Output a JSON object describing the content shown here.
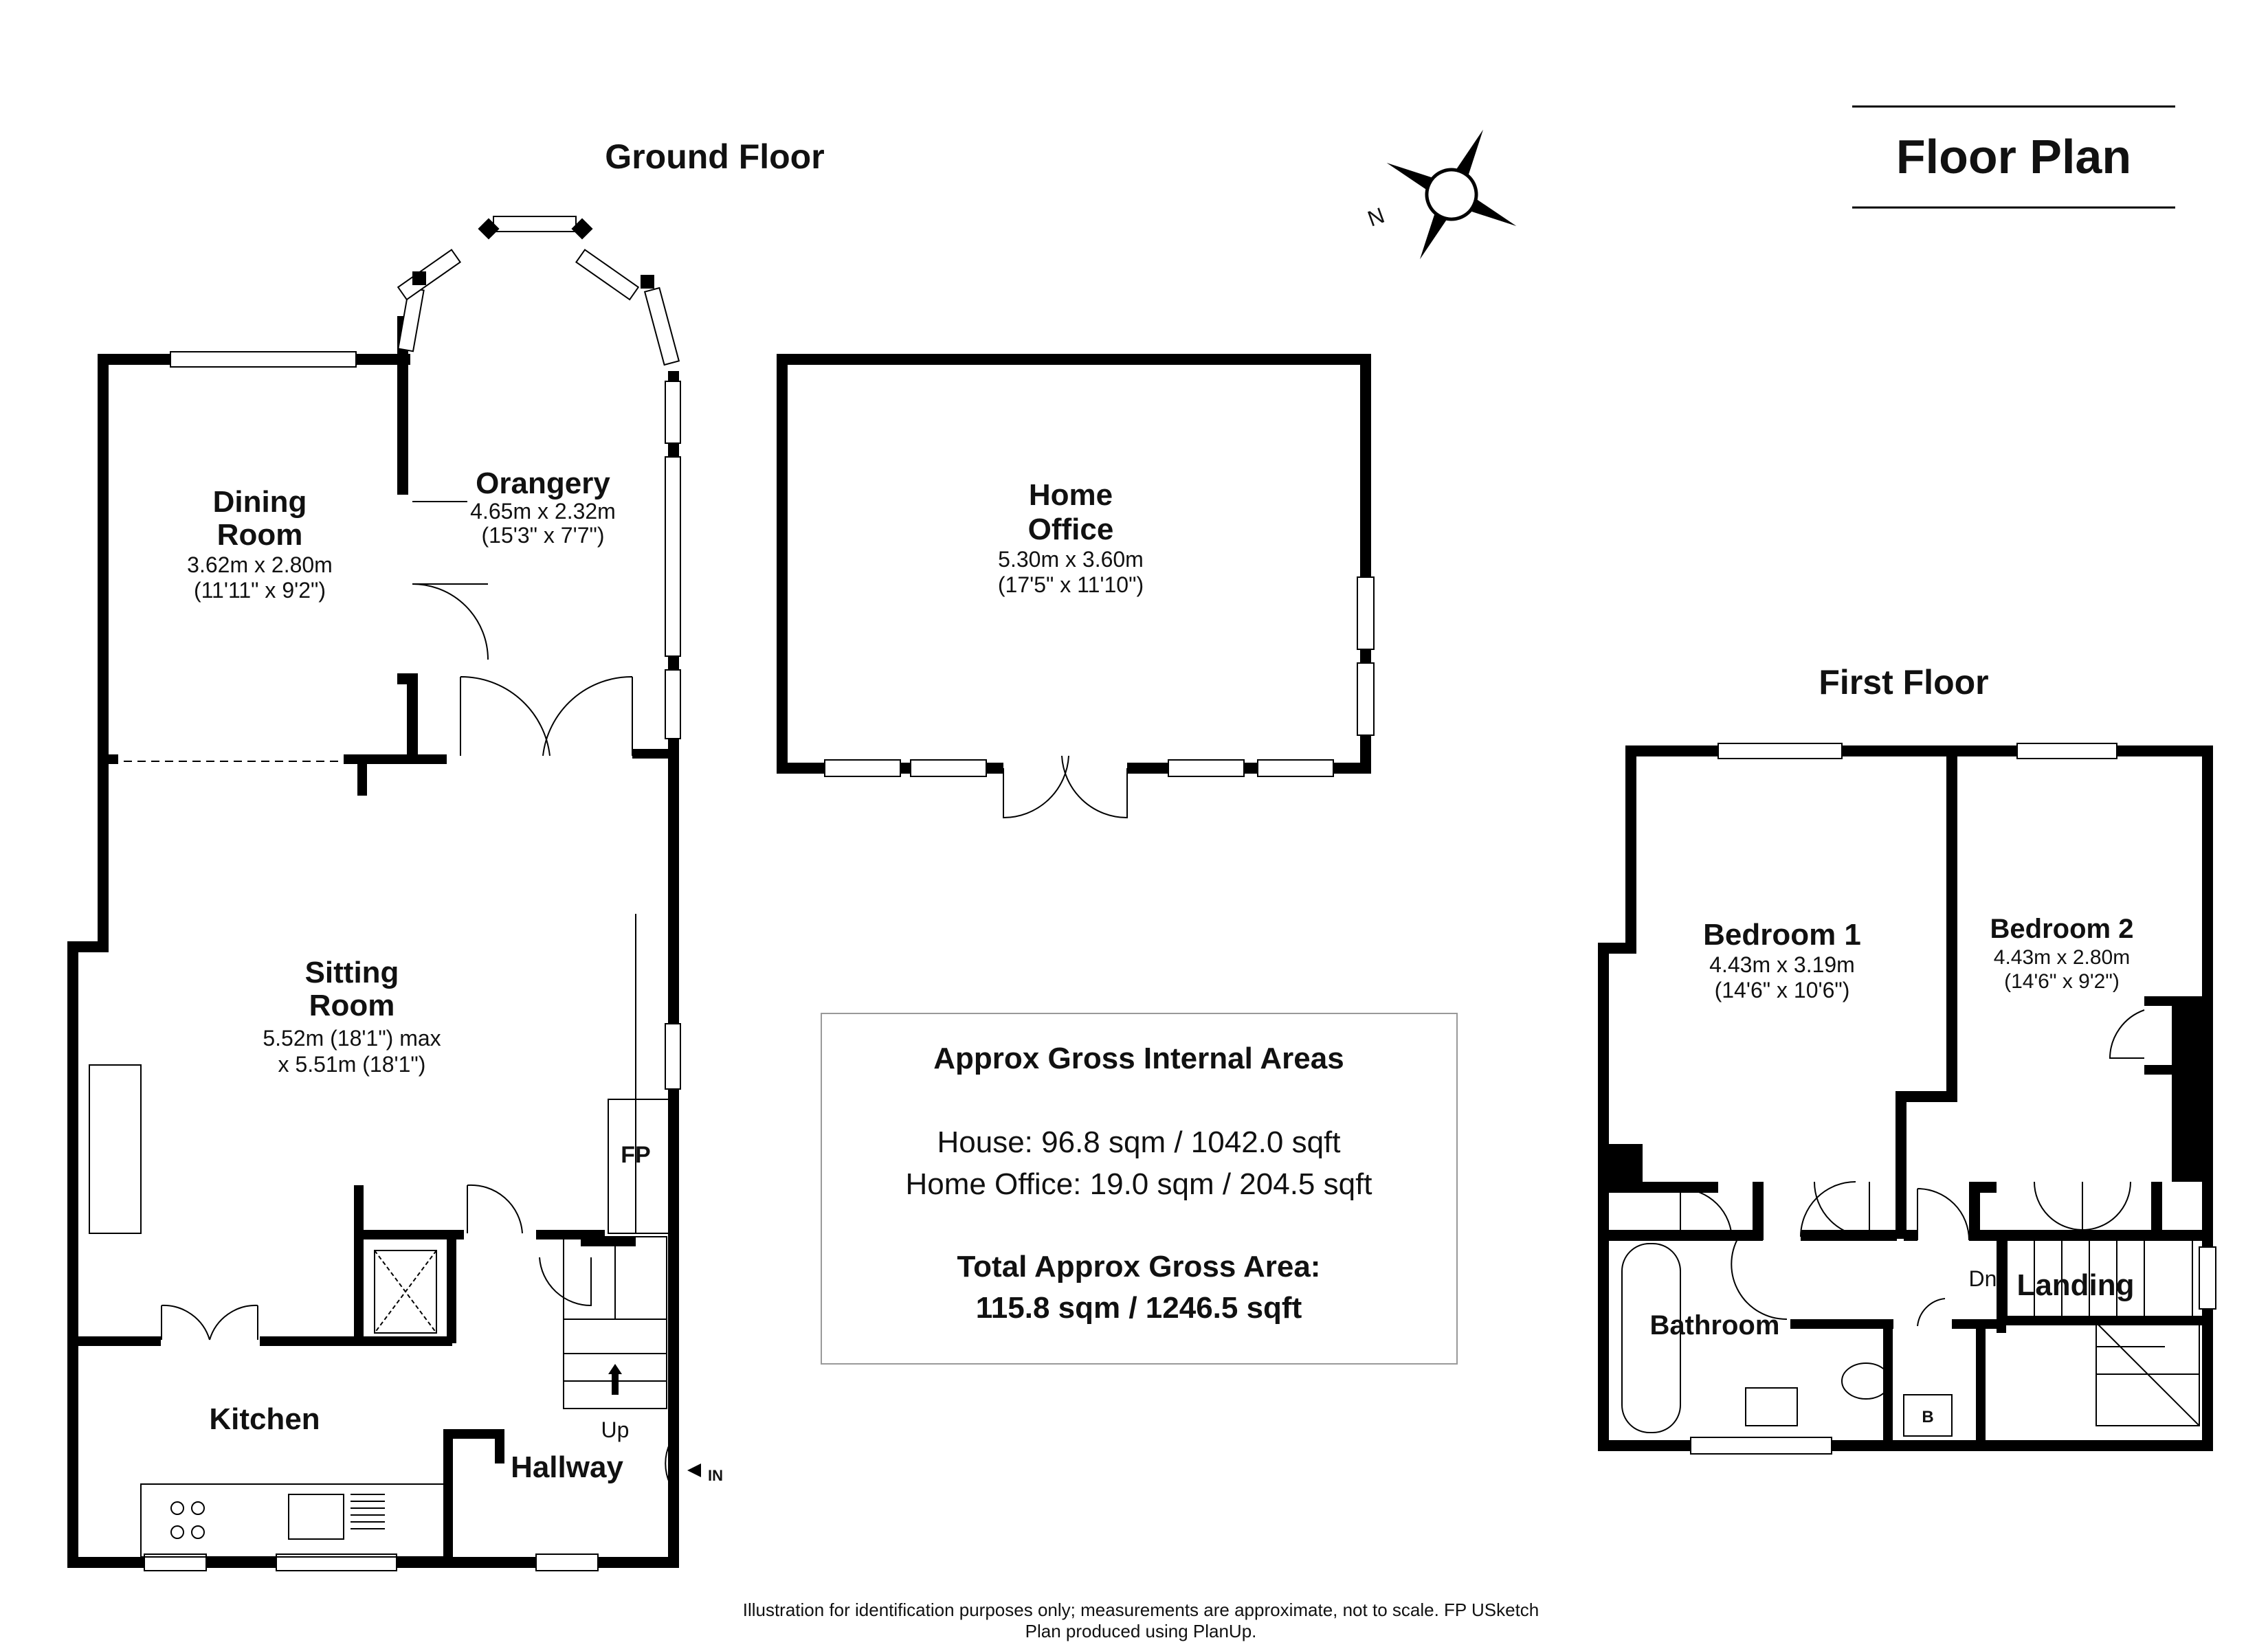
{
  "title": "Floor Plan",
  "ground_floor": {
    "heading": "Ground Floor",
    "rooms": {
      "dining": {
        "name_1": "Dining",
        "name_2": "Room",
        "metric": "3.62m x 2.80m",
        "imperial": "(11'11\" x 9'2\")"
      },
      "orangery": {
        "name": "Orangery",
        "metric": "4.65m x 2.32m",
        "imperial": "(15'3\" x 7'7\")"
      },
      "sitting": {
        "name_1": "Sitting",
        "name_2": "Room",
        "line_1": "5.52m (18'1\") max",
        "line_2": "x 5.51m (18'1\")"
      },
      "kitchen": {
        "name": "Kitchen"
      },
      "hallway": {
        "name": "Hallway"
      }
    },
    "labels": {
      "fp": "FP",
      "up": "Up",
      "in": "IN"
    }
  },
  "home_office": {
    "name_1": "Home",
    "name_2": "Office",
    "metric": "5.30m x 3.60m",
    "imperial": "(17'5\" x 11'10\")"
  },
  "first_floor": {
    "heading": "First Floor",
    "rooms": {
      "bedroom1": {
        "name": "Bedroom 1",
        "metric": "4.43m x 3.19m",
        "imperial": "(14'6\" x 10'6\")"
      },
      "bedroom2": {
        "name": "Bedroom 2",
        "metric": "4.43m x 2.80m",
        "imperial": "(14'6\" x 9'2\")"
      },
      "bathroom": {
        "name": "Bathroom"
      },
      "landing": {
        "name": "Landing"
      }
    },
    "labels": {
      "dn": "Dn",
      "boiler": "B"
    }
  },
  "compass": {
    "north": "N"
  },
  "areas": {
    "title": "Approx Gross Internal Areas",
    "house": "House: 96.8 sqm / 1042.0 sqft",
    "office": "Home Office: 19.0 sqm / 204.5 sqft",
    "total_1": "Total Approx Gross Area:",
    "total_2": "115.8 sqm / 1246.5 sqft"
  },
  "footer": {
    "line_1": "Illustration for identification purposes only; measurements are approximate, not to scale. FP USketch",
    "line_2": "Plan produced using PlanUp."
  }
}
